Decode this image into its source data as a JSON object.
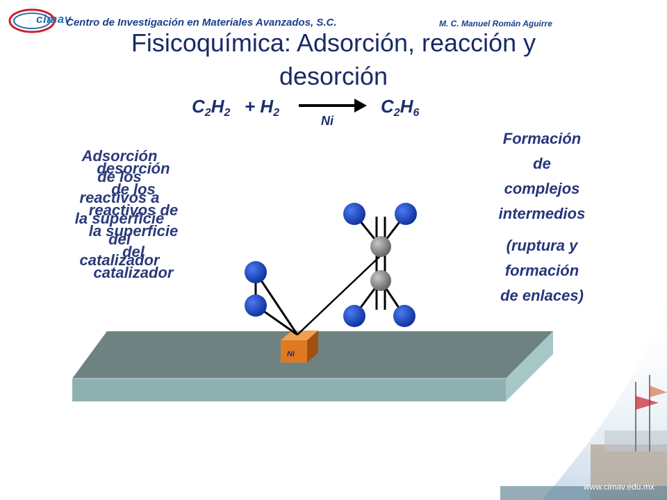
{
  "header": {
    "logo": "cimav",
    "center_name": "Centro de Investigación en Materiales Avanzados, S.C.",
    "author": "M. C. Manuel Román Aguirre"
  },
  "title": {
    "line1": "Fisicoquímica: Adsorción, reacción y",
    "line2": "desorción"
  },
  "equation": {
    "reactant1": {
      "base": "C",
      "sub1": "2",
      "mid": "H",
      "sub2": "2"
    },
    "plus": "+ H",
    "h2_sub": "2",
    "product": {
      "base": "C",
      "sub1": "2",
      "mid": "H",
      "sub2": "6"
    },
    "catalyst": "Ni"
  },
  "left_text_back": [
    "Adsorción",
    "de los",
    "reactivos a",
    "la superficie",
    "del",
    "catalizador"
  ],
  "left_text_front": [
    "desorción",
    "de los",
    "reactivos de",
    "la superficie",
    "del",
    "catalizador"
  ],
  "right_text": {
    "para1": [
      "Formación",
      "de",
      "complejos",
      "intermedios"
    ],
    "para2": [
      "(ruptura y",
      "formación",
      "de enlaces)"
    ]
  },
  "catalyst_block_label": "Ni",
  "footer": {
    "website": "www.cimav.edu.mx"
  },
  "colors": {
    "title": "#1a2a66",
    "text": "#2a3a7a",
    "atom_blue": "#1f4fc8",
    "atom_gray": "#8a8a8a",
    "surface_top": "#6f8282",
    "surface_front": "#8fb0b0",
    "ni_block": "#e07a20"
  }
}
